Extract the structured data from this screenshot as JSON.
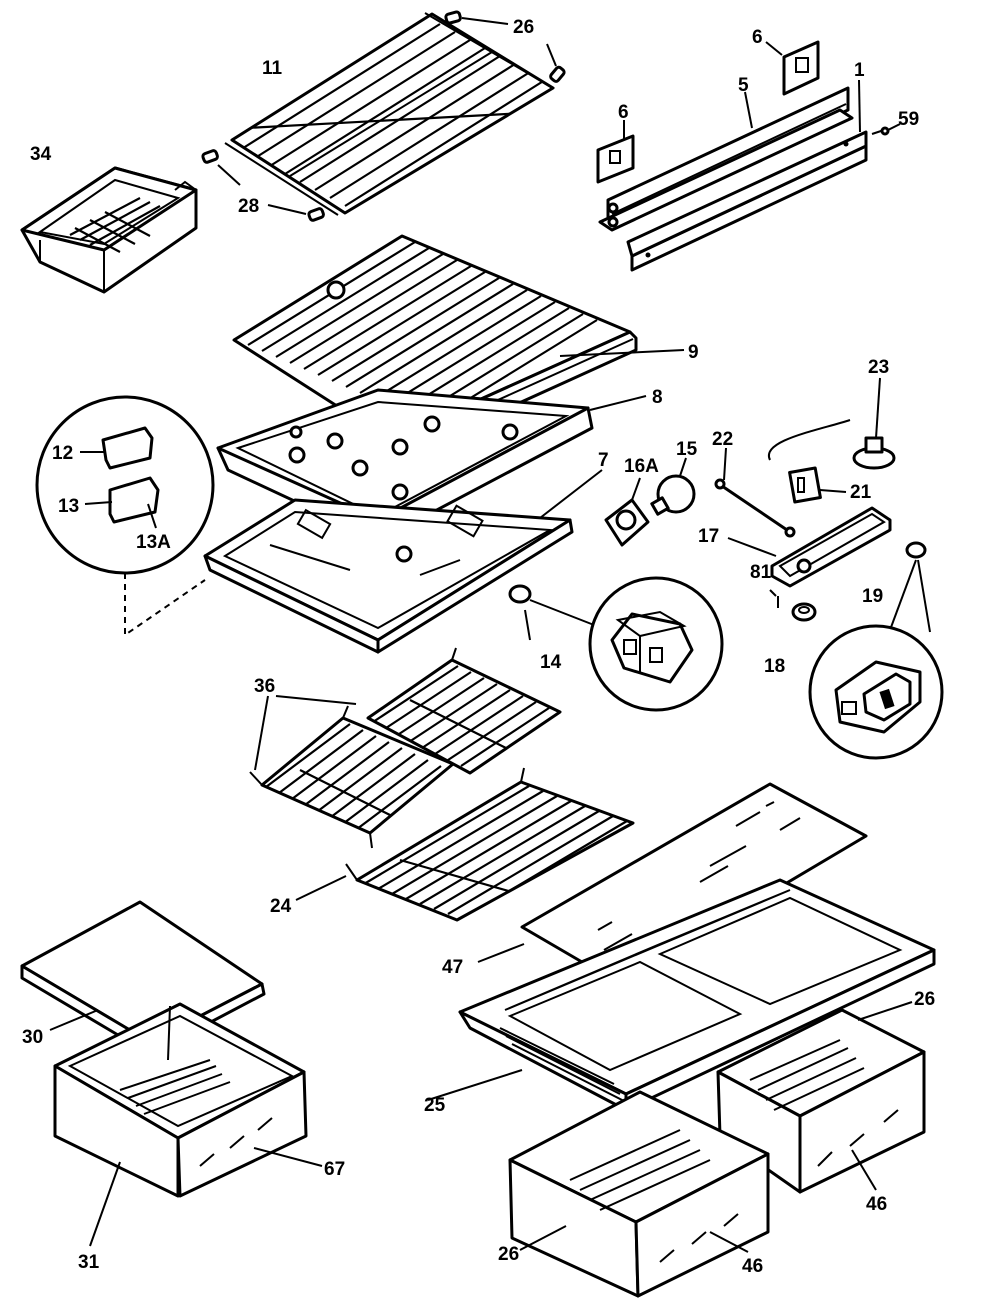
{
  "callouts": [
    {
      "id": "26a",
      "text": "26"
    },
    {
      "id": "11",
      "text": "11"
    },
    {
      "id": "6a",
      "text": "6"
    },
    {
      "id": "1",
      "text": "1"
    },
    {
      "id": "5",
      "text": "5"
    },
    {
      "id": "6b",
      "text": "6"
    },
    {
      "id": "59",
      "text": "59"
    },
    {
      "id": "34",
      "text": "34"
    },
    {
      "id": "28",
      "text": "28"
    },
    {
      "id": "9",
      "text": "9"
    },
    {
      "id": "8",
      "text": "8"
    },
    {
      "id": "23",
      "text": "23"
    },
    {
      "id": "22",
      "text": "22"
    },
    {
      "id": "16A",
      "text": "16A"
    },
    {
      "id": "15",
      "text": "15"
    },
    {
      "id": "7",
      "text": "7"
    },
    {
      "id": "12",
      "text": "12"
    },
    {
      "id": "13",
      "text": "13"
    },
    {
      "id": "13A",
      "text": "13A"
    },
    {
      "id": "21",
      "text": "21"
    },
    {
      "id": "17",
      "text": "17"
    },
    {
      "id": "81",
      "text": "81"
    },
    {
      "id": "19",
      "text": "19"
    },
    {
      "id": "14",
      "text": "14"
    },
    {
      "id": "18",
      "text": "18"
    },
    {
      "id": "36",
      "text": "36"
    },
    {
      "id": "24",
      "text": "24"
    },
    {
      "id": "47",
      "text": "47"
    },
    {
      "id": "30",
      "text": "30"
    },
    {
      "id": "26b",
      "text": "26"
    },
    {
      "id": "25",
      "text": "25"
    },
    {
      "id": "67",
      "text": "67"
    },
    {
      "id": "46a",
      "text": "46"
    },
    {
      "id": "31",
      "text": "31"
    },
    {
      "id": "26c",
      "text": "26"
    },
    {
      "id": "46b",
      "text": "46"
    }
  ]
}
